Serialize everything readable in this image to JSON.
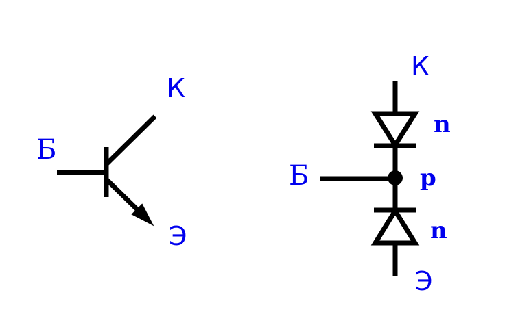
{
  "colors": {
    "stroke": "#000000",
    "label": "#0000ee",
    "background": "#ffffff"
  },
  "transistor_symbol": {
    "labels": {
      "base": "Б",
      "collector": "К",
      "emitter": "Э"
    }
  },
  "diode_model": {
    "labels": {
      "base": "Б",
      "collector": "К",
      "emitter": "Э",
      "upper_region": "n",
      "middle_region": "p",
      "lower_region": "n"
    }
  }
}
